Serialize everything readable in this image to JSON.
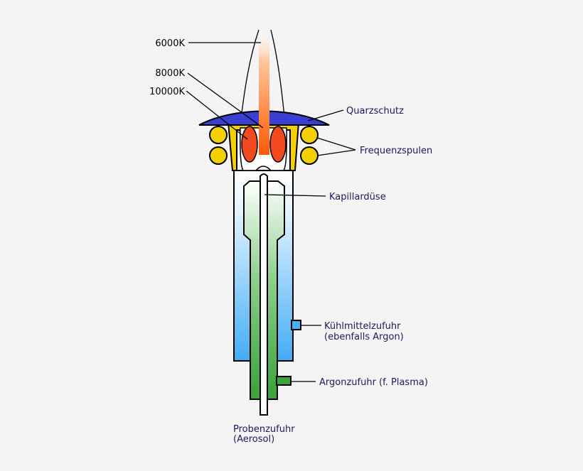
{
  "labels": {
    "temp_6000": "6000K",
    "temp_8000": "8000K",
    "temp_10000": "10000K",
    "quartz_shield": "Quarzschutz",
    "rf_coils": "Frequenzspulen",
    "capillary_nozzle": "Kapillardüse",
    "coolant_line1": "Kühlmittelzufuhr",
    "coolant_line2": "(ebenfalls Argon)",
    "argon_supply": "Argonzufuhr (f. Plasma)",
    "sample_line1": "Probenzufuhr",
    "sample_line2": "(Aerosol)"
  },
  "colors": {
    "background": "#f4f4f4",
    "quartz": "#3a3fd4",
    "coil": "#f5d000",
    "plasma_core": "#f24a1e",
    "flame": "#ff6a14",
    "coolant": "#4ab0f2",
    "argon": "#3aa33a",
    "label_text": "#1a1a5e"
  }
}
